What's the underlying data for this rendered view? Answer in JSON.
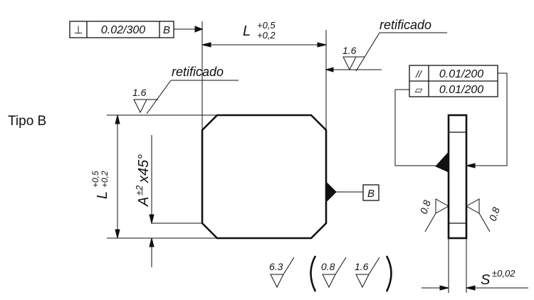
{
  "title": "Tipo B",
  "top_fcf": {
    "symbol": "⊥",
    "tolerance": "0.02/300",
    "datum": "B"
  },
  "right_fcf": {
    "row1_symbol": "//",
    "row1_tolerance": "0.01/200",
    "row2_symbol": "▱",
    "row2_tolerance": "0.01/200"
  },
  "dim_L_top": {
    "label": "L",
    "upper_tol": "+0,5",
    "lower_tol": "+0,2"
  },
  "dim_L_left": {
    "label": "L",
    "upper_tol": "+0,5",
    "lower_tol": "+0,2"
  },
  "dim_A": {
    "label": "A",
    "tol": "±2",
    "suffix": "x45°"
  },
  "dim_S": {
    "label": "S",
    "tol": "±0,02"
  },
  "datum_B": "B",
  "retificado_top": "retificado",
  "retificado_left": "retificado",
  "roughness_top": "1.6",
  "roughness_left": "1.6",
  "roughness_side_left": "0.8",
  "roughness_side_right": "0.8",
  "roughness_general": "6.3",
  "roughness_paren_1": "0.8",
  "roughness_paren_2": "1.6"
}
